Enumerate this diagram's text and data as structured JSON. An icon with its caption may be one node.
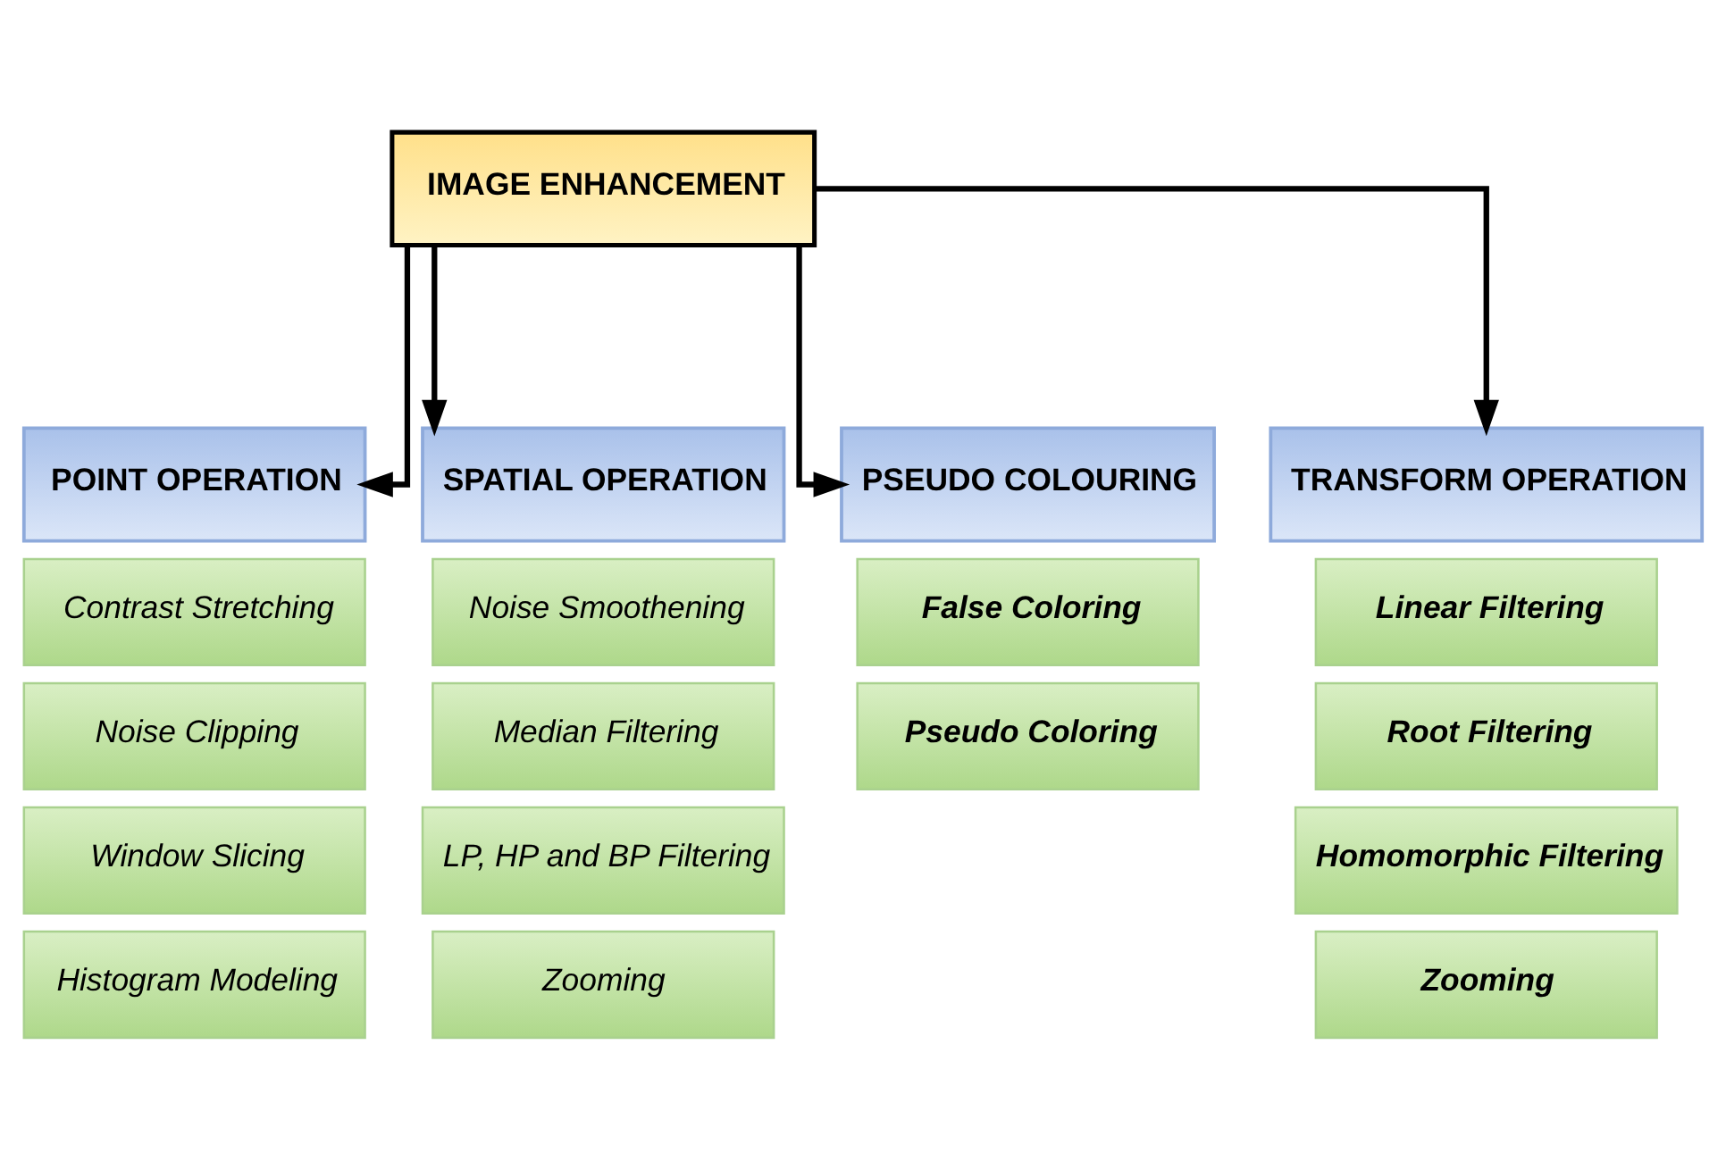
{
  "diagram": {
    "nodes": [
      {
        "text": [
          "IMAGE ENHANCEMENT"
        ]
      },
      {
        "text": [
          "POINT OPERATION"
        ]
      },
      {
        "text": [
          "Contrast Stretching"
        ]
      },
      {
        "text": [
          "Noise Clipping"
        ]
      },
      {
        "text": [
          "Window Slicing"
        ]
      },
      {
        "text": [
          "Histogram Modeling"
        ]
      },
      {
        "text": [
          "SPATIAL OPERATION"
        ]
      },
      {
        "text": [
          "Noise Smoothening"
        ]
      },
      {
        "text": [
          "Median Filtering"
        ]
      },
      {
        "text": [
          "LP, HP and BP Filtering"
        ]
      },
      {
        "text": [
          "Zooming"
        ]
      },
      {
        "text": [
          "PSEUDO COLOURING"
        ]
      },
      {
        "text": [
          "False Coloring"
        ]
      },
      {
        "text": [
          "Pseudo Coloring"
        ]
      },
      {
        "text": [
          "TRANSFORM OPERATION"
        ]
      },
      {
        "text": [
          "Linear Filtering"
        ]
      },
      {
        "text": [
          "Root Filtering"
        ]
      },
      {
        "text": [
          "Homomorphic Filtering"
        ]
      },
      {
        "text": [
          "Zooming"
        ]
      }
    ],
    "edges": [
      {
        "from": 0,
        "to": 1,
        "arrow": "to"
      },
      {
        "from": 0,
        "to": 6,
        "arrow": "to"
      },
      {
        "from": 0,
        "to": 11,
        "arrow": "to"
      },
      {
        "from": 0,
        "to": 14,
        "arrow": "to"
      }
    ]
  }
}
